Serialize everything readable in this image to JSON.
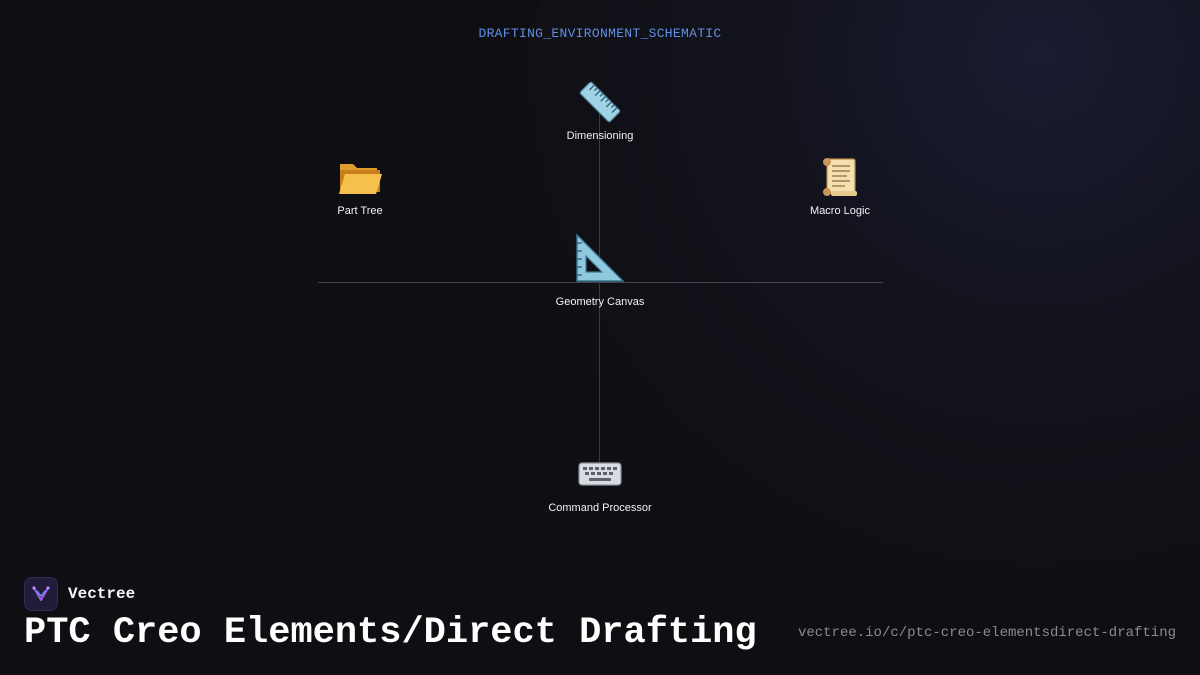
{
  "schematic": {
    "title": "DRAFTING_ENVIRONMENT_SCHEMATIC"
  },
  "nodes": {
    "dimensioning": {
      "label": "Dimensioning",
      "icon": "ruler-icon"
    },
    "part_tree": {
      "label": "Part Tree",
      "icon": "open-folder-icon"
    },
    "macro_logic": {
      "label": "Macro Logic",
      "icon": "scroll-icon"
    },
    "geometry_canvas": {
      "label": "Geometry Canvas",
      "icon": "triangular-ruler-icon"
    },
    "command_processor": {
      "label": "Command Processor",
      "icon": "keyboard-icon"
    }
  },
  "footer": {
    "brand_name": "Vectree",
    "title": "PTC Creo Elements/Direct Drafting",
    "url": "vectree.io/c/ptc-creo-elementsdirect-drafting"
  },
  "colors": {
    "background": "#0f0f13",
    "accent": "#5f8fe6",
    "axis": "#45454f",
    "text": "#f2f2f2",
    "url": "#8a8a92"
  }
}
